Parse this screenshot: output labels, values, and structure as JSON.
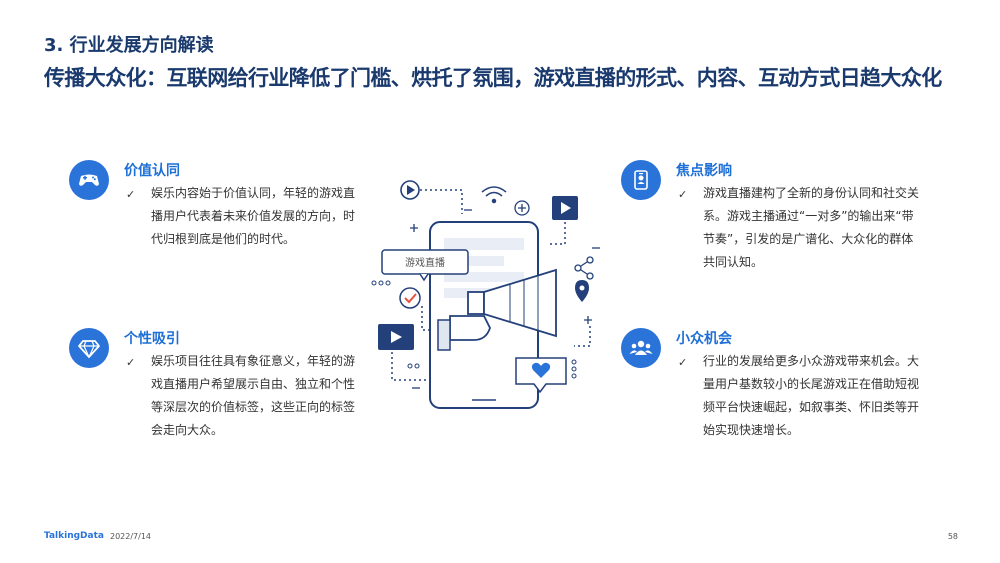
{
  "header": {
    "section_title": "3. 行业发展方向解读",
    "headline": "传播大众化：互联网给行业降低了门槛、烘托了氛围，游戏直播的形式、内容、互动方式日趋大众化"
  },
  "cards": [
    {
      "title": "价值认同",
      "icon": "gamepad-icon",
      "text": "娱乐内容始于价值认同，年轻的游戏直播用户代表着未来价值发展的方向，时代归根到底是他们的时代。"
    },
    {
      "title": "个性吸引",
      "icon": "diamond-icon",
      "text": "娱乐项目往往具有象征意义，年轻的游戏直播用户希望展示自由、独立和个性等深层次的价值标签，这些正向的标签会走向大众。"
    },
    {
      "title": "焦点影响",
      "icon": "id-badge-icon",
      "text": "游戏直播建构了全新的身份认同和社交关系。游戏主播通过“一对多”的输出来“带节奏”，引发的是广谱化、大众化的群体共同认知。"
    },
    {
      "title": "小众机会",
      "icon": "group-icon",
      "text": "行业的发展给更多小众游戏带来机会。大量用户基数较小的长尾游戏正在借助短视频平台快速崛起，如叙事类、怀旧类等开始实现快速增长。"
    }
  ],
  "check_mark": "✓",
  "illustration": {
    "bubble_label": "游戏直播"
  },
  "colors": {
    "accent": "#2a73d9",
    "title": "#1a3a6e",
    "navy": "#24407a"
  },
  "footer": {
    "brand": "TalkingData",
    "date": "2022/7/14",
    "page": "58"
  }
}
